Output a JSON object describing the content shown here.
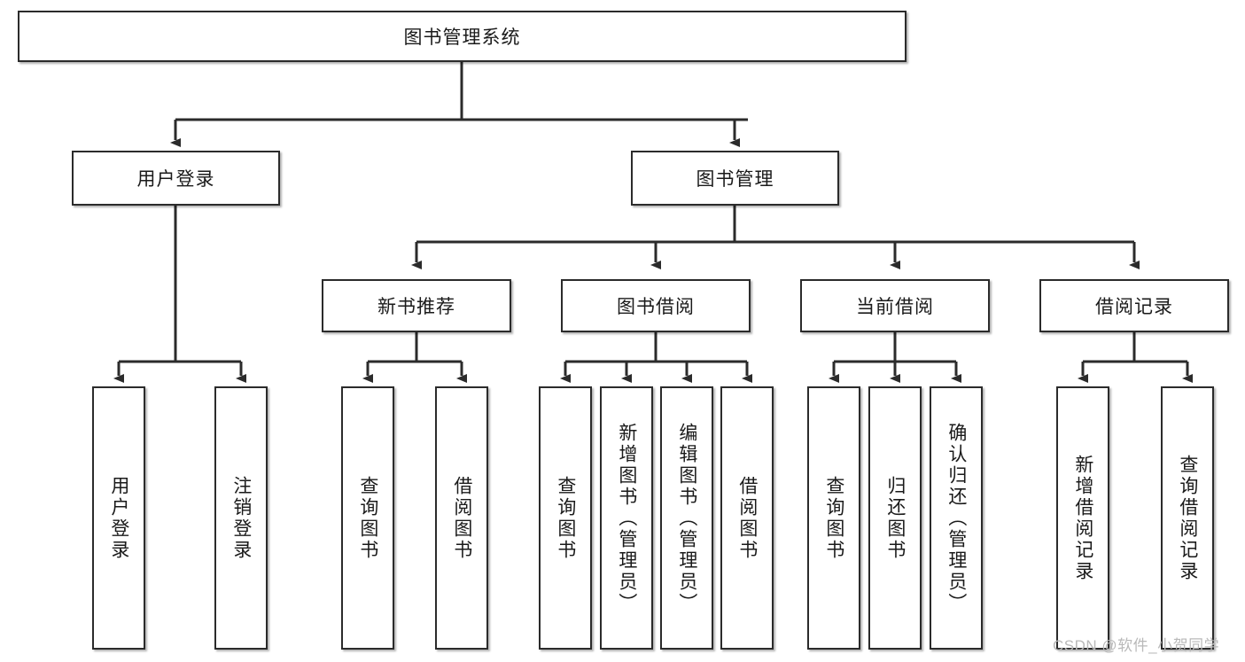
{
  "diagram": {
    "type": "tree",
    "title": "图书管理系统",
    "watermark": "CSDN @软件_小贺同学",
    "colors": {
      "box_border": "#2b2b2b",
      "box_fill": "#ffffff",
      "line": "#2b2b2b",
      "text": "#1a1a1a",
      "watermark": "#b9b9b9"
    },
    "nodes": {
      "root": {
        "label": "图书管理系统",
        "level": 1
      },
      "l2": [
        {
          "label": "用户登录",
          "level": 2
        },
        {
          "label": "图书管理",
          "level": 2
        }
      ],
      "l3": [
        {
          "label": "新书推荐",
          "level": 3
        },
        {
          "label": "图书借阅",
          "level": 3
        },
        {
          "label": "当前借阅",
          "level": 3
        },
        {
          "label": "借阅记录",
          "level": 3
        }
      ],
      "leaves": [
        {
          "label": "用户登录",
          "parent": "用户登录"
        },
        {
          "label": "注销登录",
          "parent": "用户登录"
        },
        {
          "label": "查询图书",
          "parent": "新书推荐"
        },
        {
          "label": "借阅图书",
          "parent": "新书推荐"
        },
        {
          "label": "查询图书",
          "parent": "图书借阅"
        },
        {
          "label": "新增图书（管理员）",
          "parent": "图书借阅"
        },
        {
          "label": "编辑图书（管理员）",
          "parent": "图书借阅"
        },
        {
          "label": "借阅图书",
          "parent": "图书借阅"
        },
        {
          "label": "查询图书",
          "parent": "当前借阅"
        },
        {
          "label": "归还图书",
          "parent": "当前借阅"
        },
        {
          "label": "确认归还（管理员）",
          "parent": "当前借阅"
        },
        {
          "label": "新增借阅记录",
          "parent": "借阅记录"
        },
        {
          "label": "查询借阅记录",
          "parent": "借阅记录"
        }
      ]
    }
  }
}
